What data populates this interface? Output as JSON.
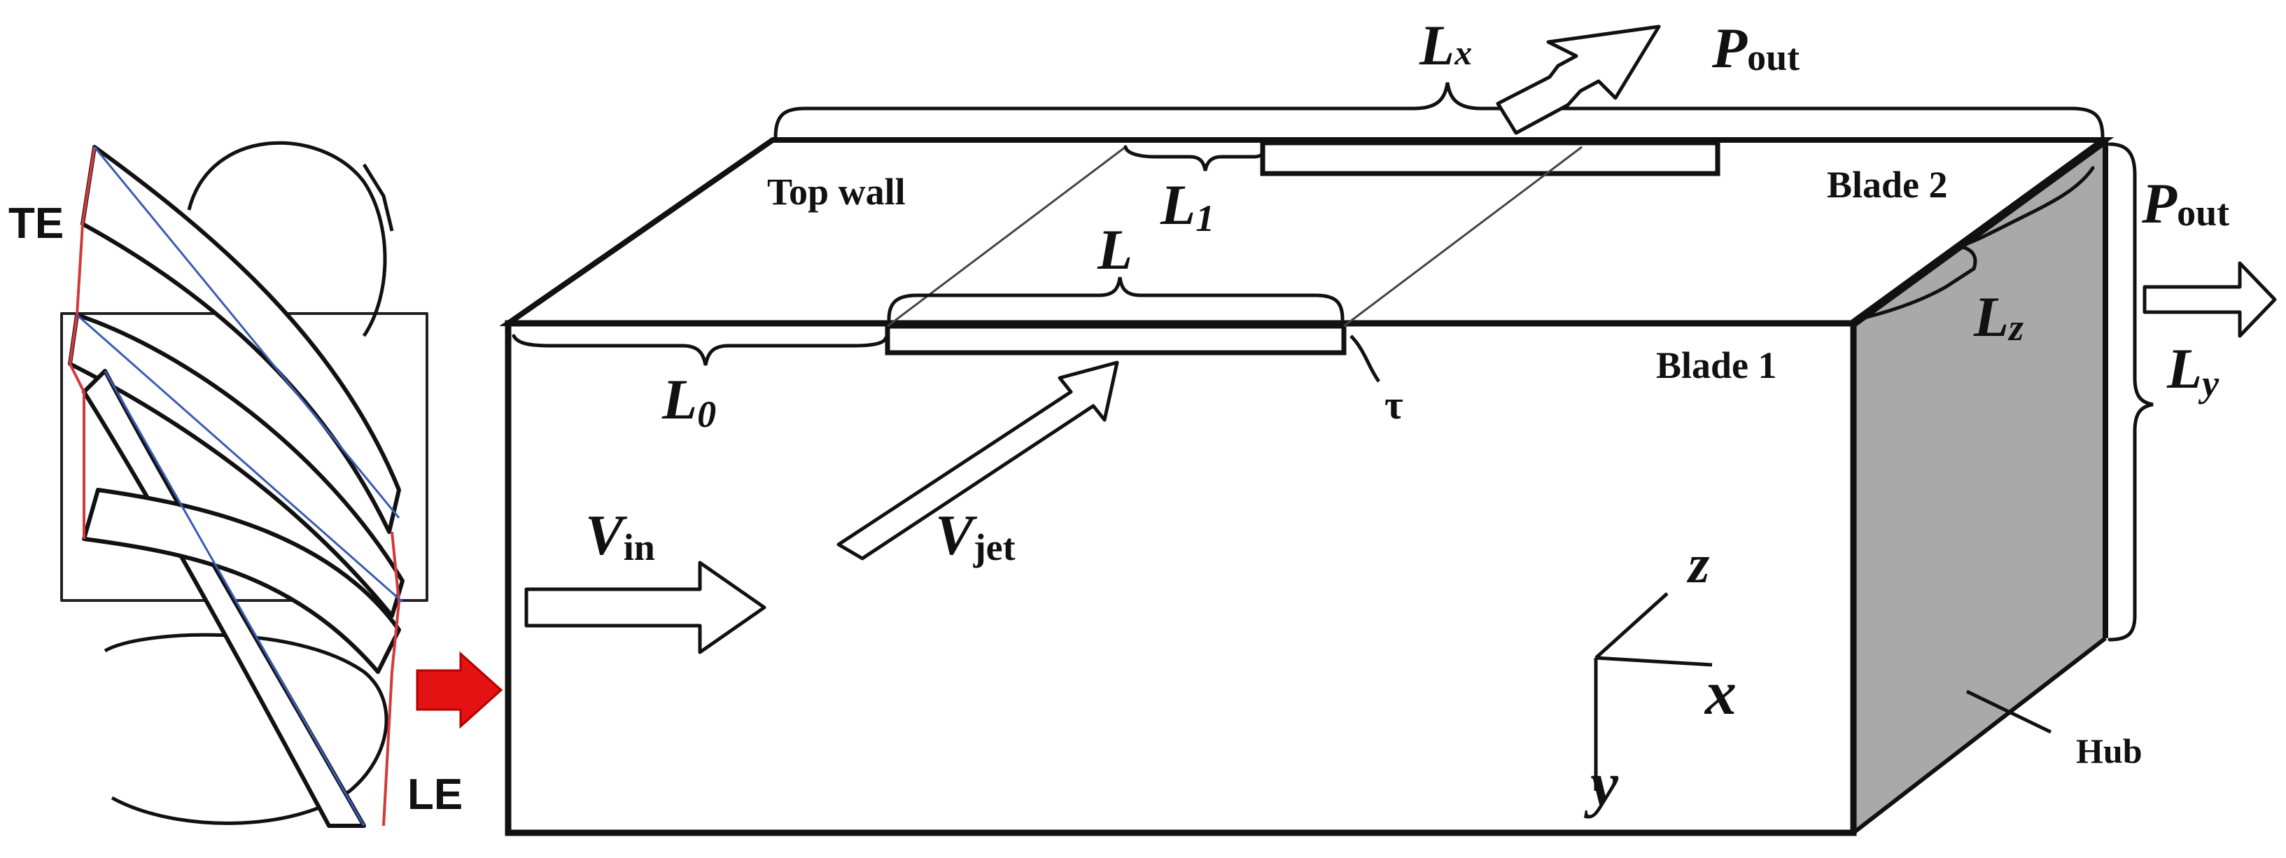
{
  "labels": {
    "te": "TE",
    "le": "LE",
    "top_wall": "Top wall",
    "blade_1": "Blade 1",
    "blade_2": "Blade 2",
    "hub": "Hub",
    "tau": "τ"
  },
  "dimensions": {
    "lx": {
      "main": "L",
      "sub": "x"
    },
    "l1": {
      "main": "L",
      "sub": "1"
    },
    "l": {
      "main": "L",
      "sub": ""
    },
    "l0": {
      "main": "L",
      "sub": "0"
    },
    "lz": {
      "main": "L",
      "sub": "z"
    },
    "ly": {
      "main": "L",
      "sub": "y"
    }
  },
  "flow": {
    "p_out_top": {
      "main": "P",
      "sub": "out"
    },
    "p_out_side": {
      "main": "P",
      "sub": "out"
    },
    "v_in": {
      "main": "V",
      "sub": "in"
    },
    "v_jet": {
      "main": "V",
      "sub": "jet"
    }
  },
  "axes": {
    "x": "x",
    "y": "y",
    "z": "z"
  },
  "colors": {
    "stroke": "#111111",
    "hub_face": "#a9a9a9",
    "red_arrow": "#e41212",
    "blade_red": "#d23a3a",
    "blade_blue": "#3a5bb0"
  }
}
